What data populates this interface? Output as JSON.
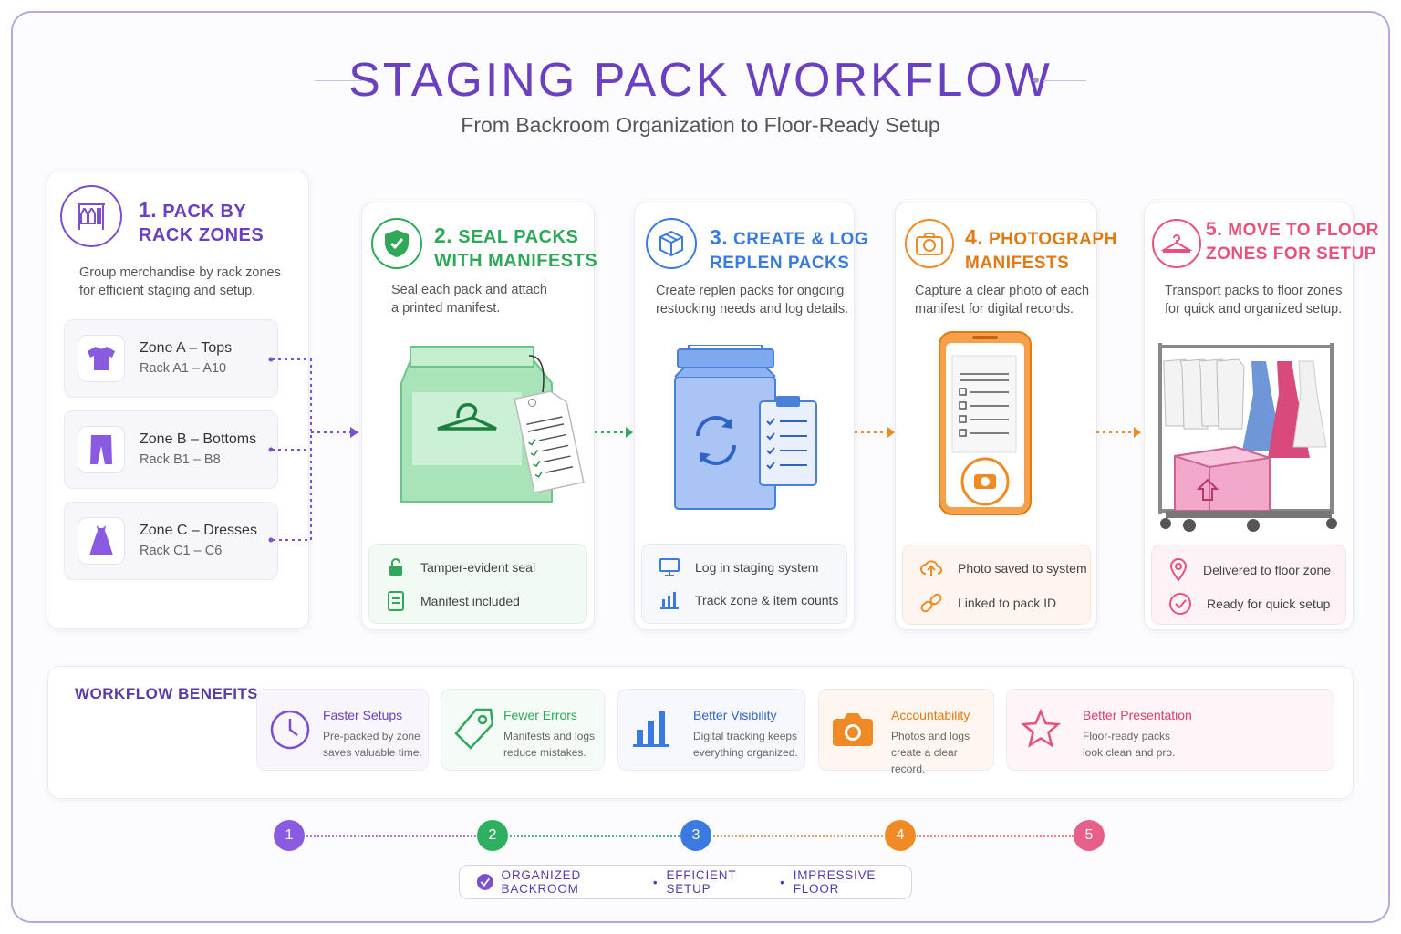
{
  "header": {
    "title": "STAGING PACK WORKFLOW",
    "subtitle": "From Backroom Organization to Floor-Ready Setup"
  },
  "colors": {
    "purple": "#7b4fd0",
    "green": "#2fa85a",
    "blue": "#3b7be0",
    "orange": "#f08a24",
    "pink": "#e8527a"
  },
  "steps": [
    {
      "num_label": "1.",
      "title_l1": "PACK BY",
      "title_l2": "RACK ZONES",
      "desc_l1": "Group merchandise by rack zones",
      "desc_l2": "for efficient staging and setup.",
      "icon": "clothing-rack-icon",
      "zones": [
        {
          "name": "Zone A – Tops",
          "rack": "Rack A1 – A10",
          "icon": "tshirt-icon"
        },
        {
          "name": "Zone B – Bottoms",
          "rack": "Rack B1 – B8",
          "icon": "pants-icon"
        },
        {
          "name": "Zone C – Dresses",
          "rack": "Rack C1 – C6",
          "icon": "dress-icon"
        }
      ]
    },
    {
      "num_label": "2.",
      "title_l1": "SEAL PACKS",
      "title_l2": "WITH MANIFESTS",
      "desc_l1": "Seal each pack and attach",
      "desc_l2": "a printed manifest.",
      "icon": "shield-check-icon",
      "features": [
        {
          "label": "Tamper-evident seal",
          "icon": "lock-icon"
        },
        {
          "label": "Manifest included",
          "icon": "document-icon"
        }
      ]
    },
    {
      "num_label": "3.",
      "title_l1": "CREATE & LOG",
      "title_l2": "REPLEN PACKS",
      "desc_l1": "Create replen packs for ongoing",
      "desc_l2": "restocking needs and log details.",
      "icon": "box-icon",
      "features": [
        {
          "label": "Log in staging system",
          "icon": "monitor-icon"
        },
        {
          "label": "Track zone & item counts",
          "icon": "bar-chart-icon"
        }
      ]
    },
    {
      "num_label": "4.",
      "title_l1": "PHOTOGRAPH",
      "title_l2": "MANIFESTS",
      "desc_l1": "Capture a clear photo of each",
      "desc_l2": "manifest for digital records.",
      "icon": "camera-icon",
      "features": [
        {
          "label": "Photo saved to system",
          "icon": "cloud-upload-icon"
        },
        {
          "label": "Linked to pack ID",
          "icon": "link-icon"
        }
      ]
    },
    {
      "num_label": "5.",
      "title_l1": "MOVE TO FLOOR",
      "title_l2": "ZONES FOR SETUP",
      "desc_l1": "Transport packs to floor zones",
      "desc_l2": "for quick and organized setup.",
      "icon": "hanger-icon",
      "features": [
        {
          "label": "Delivered to floor zone",
          "icon": "location-pin-icon"
        },
        {
          "label": "Ready for quick setup",
          "icon": "check-circle-icon"
        }
      ]
    }
  ],
  "benefits": {
    "label": "WORKFLOW BENEFITS",
    "items": [
      {
        "title": "Faster Setups",
        "desc_l1": "Pre-packed by zone",
        "desc_l2": "saves valuable time.",
        "icon": "clock-icon"
      },
      {
        "title": "Fewer Errors",
        "desc_l1": "Manifests and logs",
        "desc_l2": "reduce mistakes.",
        "icon": "tag-icon"
      },
      {
        "title": "Better Visibility",
        "desc_l1": "Digital tracking keeps",
        "desc_l2": "everything organized.",
        "icon": "bar-chart-icon"
      },
      {
        "title": "Accountability",
        "desc_l1": "Photos and logs",
        "desc_l2": "create a clear record.",
        "icon": "camera-icon"
      },
      {
        "title": "Better Presentation",
        "desc_l1": "Floor-ready packs",
        "desc_l2": "look clean and pro.",
        "icon": "star-icon"
      }
    ]
  },
  "progress": [
    "1",
    "2",
    "3",
    "4",
    "5"
  ],
  "footer": {
    "part1": "ORGANIZED BACKROOM",
    "part2": "EFFICIENT SETUP",
    "part3": "IMPRESSIVE FLOOR",
    "separator": "•"
  }
}
